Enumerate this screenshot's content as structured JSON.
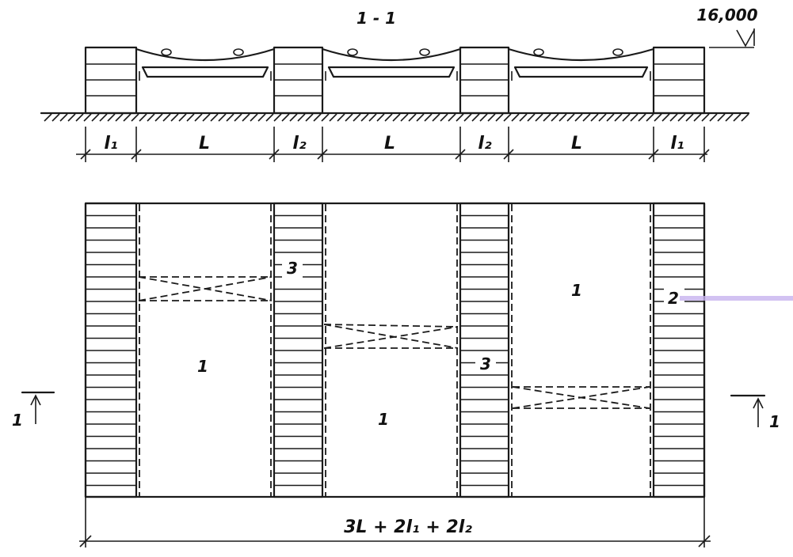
{
  "section_view": {
    "title": "1 - 1",
    "elevation_mark": "16,000",
    "spans": [
      "l₁",
      "L",
      "l₂",
      "L",
      "l₂",
      "L",
      "l₁"
    ]
  },
  "plan_view": {
    "bay_label": "1",
    "callout_2": "2",
    "callout_3": "3",
    "section_mark": "1",
    "total_dimension": "3L + 2l₁ + 2l₂"
  },
  "colors": {
    "ink": "#1a1a1a",
    "paper": "#ffffff",
    "scan_artifact": "#c8b3f0"
  }
}
